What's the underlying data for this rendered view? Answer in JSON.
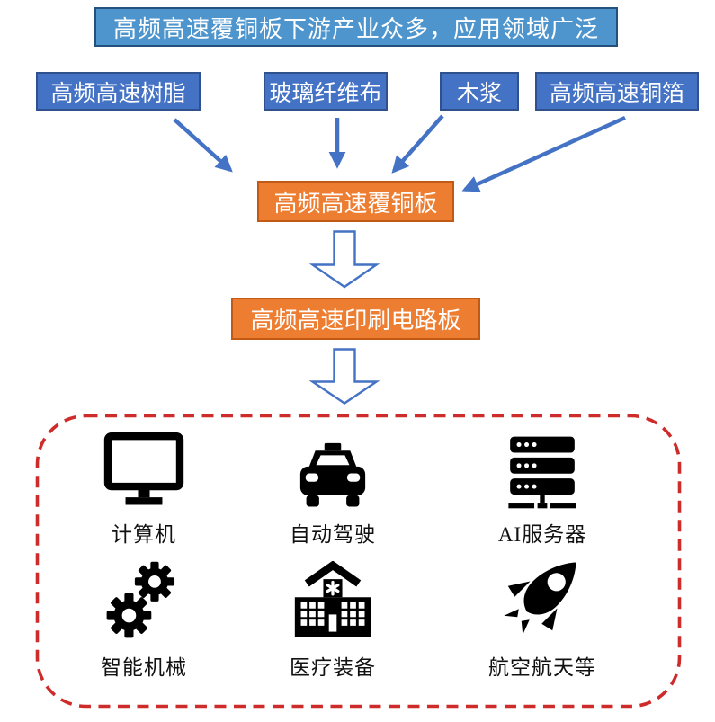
{
  "banner": {
    "text": "高频高速覆铜板下游产业众多，应用领域广泛"
  },
  "materials": [
    {
      "label": "高频高速树脂"
    },
    {
      "label": "玻璃纤维布"
    },
    {
      "label": "木浆"
    },
    {
      "label": "高频高速铜箔"
    }
  ],
  "nodes": {
    "ccl": {
      "label": "高频高速覆铜板"
    },
    "pcb": {
      "label": "高频高速印刷电路板"
    }
  },
  "applications": [
    {
      "label": "计算机",
      "icon": "computer-monitor-icon"
    },
    {
      "label": "自动驾驶",
      "icon": "taxi-icon"
    },
    {
      "label": "AI服务器",
      "icon": "server-rack-icon"
    },
    {
      "label": "智能机械",
      "icon": "gears-icon"
    },
    {
      "label": "医疗装备",
      "icon": "hospital-icon"
    },
    {
      "label": "航空航天等",
      "icon": "rocket-icon"
    }
  ],
  "colors": {
    "banner-fill": "#4E95CD",
    "banner-border": "#25517E",
    "material-fill": "#4472C4",
    "material-border": "#2F528F",
    "node-fill": "#ED7D31",
    "node-border": "#C05A15",
    "arrow-blue": "#4472C4",
    "boundary-red": "#CE2B2B",
    "icon-black": "#000000",
    "text-white": "#FFFFFF"
  }
}
